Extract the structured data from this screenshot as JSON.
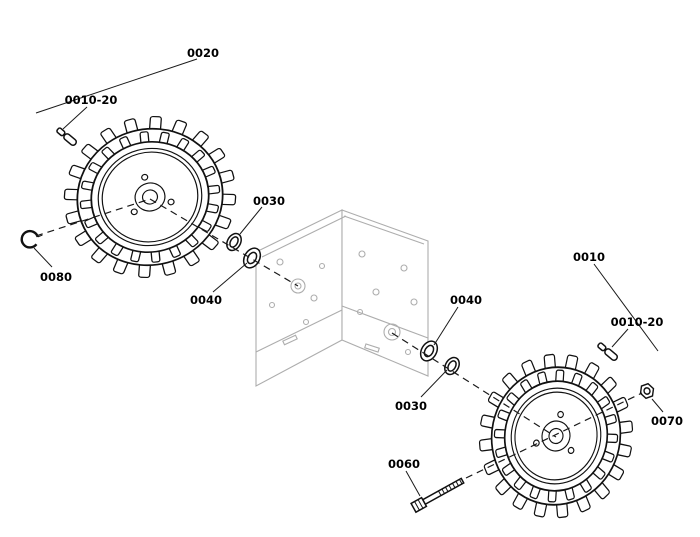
{
  "diagram": {
    "kind": "exploded-parts-diagram",
    "background": "#ffffff",
    "line_color": "#1a1a1a",
    "frame_color": "#adadad",
    "parts": {
      "wheel_left": {
        "label": "0020"
      },
      "pin_left": {
        "label": "0010-20"
      },
      "washer_inner_left": {
        "label": "0030"
      },
      "washer_outer_left": {
        "label": "0040"
      },
      "clip": {
        "label": "0080"
      },
      "wheel_right": {
        "label": "0010"
      },
      "pin_right": {
        "label": "0010-20"
      },
      "nut": {
        "label": "0070"
      },
      "washer_outer_right": {
        "label": "0040"
      },
      "washer_inner_right": {
        "label": "0030"
      },
      "bolt": {
        "label": "0060"
      }
    }
  }
}
